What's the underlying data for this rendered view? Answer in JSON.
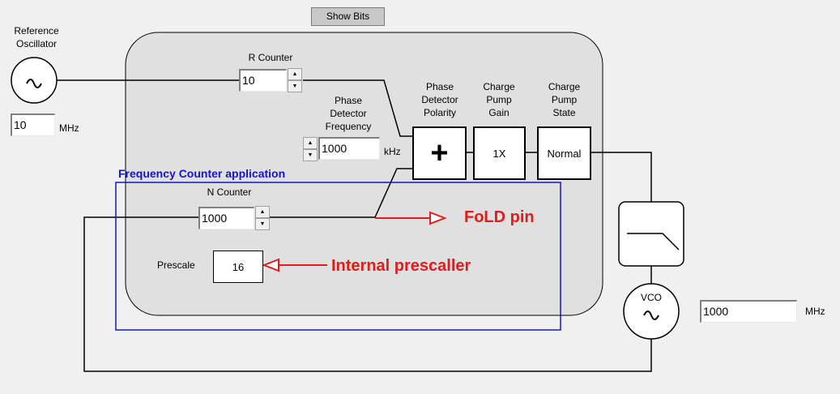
{
  "toolbar": {
    "show_bits_label": "Show Bits"
  },
  "reference": {
    "label": "Reference\nOscillator",
    "value": "10",
    "unit": "MHz",
    "icon": "sine-wave-icon"
  },
  "r_counter": {
    "label": "R Counter",
    "value": "10"
  },
  "pd_frequency": {
    "label": "Phase\nDetector\nFrequency",
    "value": "1000",
    "unit": "kHz"
  },
  "pd_polarity": {
    "label": "Phase\nDetector\nPolarity",
    "value": "+"
  },
  "cp_gain": {
    "label": "Charge\nPump\nGain",
    "value": "1X"
  },
  "cp_state": {
    "label": "Charge\nPump\nState",
    "value": "Normal"
  },
  "n_counter": {
    "label": "N Counter",
    "value": "1000"
  },
  "prescale": {
    "label": "Prescale",
    "value": "16"
  },
  "vco": {
    "label": "VCO",
    "value": "1000",
    "unit": "MHz",
    "icon": "sine-wave-icon"
  },
  "loop_filter": {
    "icon": "lowpass-filter-icon"
  },
  "annotations": {
    "frequency_counter": "Frequency Counter application",
    "fold_pin": "FoLD pin",
    "internal_prescaler": "Internal prescaller"
  },
  "colors": {
    "annotation_red": "#e31b1b",
    "annotation_blue": "#1414c8",
    "panel": "#e0e0e0"
  }
}
